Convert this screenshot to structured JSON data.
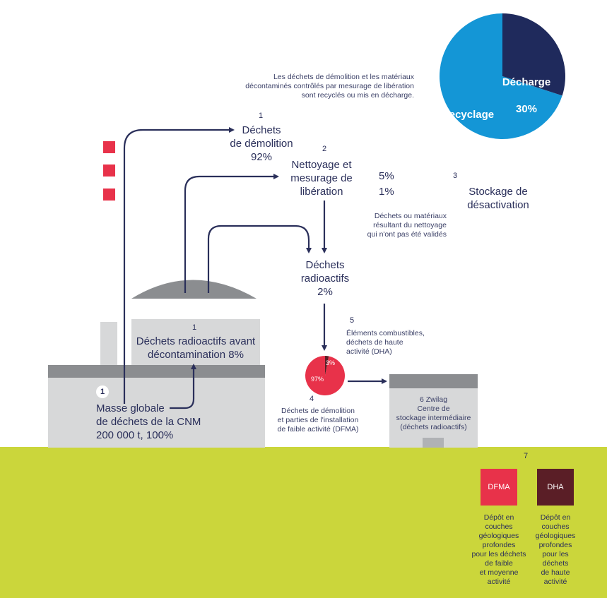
{
  "colors": {
    "ground": "#cbd63b",
    "navy": "#2a2f5a",
    "dark_navy": "#1f2a5c",
    "blue": "#1496d6",
    "red": "#e8324a",
    "maroon": "#5a1e26",
    "building": "#d7d8d9",
    "roof": "#8b8d90"
  },
  "pie_top": {
    "slices": [
      {
        "label": "Décharge",
        "value_label": "30%",
        "value": 30,
        "color": "#1f2a5c"
      },
      {
        "label": "Recyclage",
        "value_label": "70%",
        "value": 70,
        "color": "#1496d6"
      }
    ]
  },
  "pie_small": {
    "slices": [
      {
        "value_label": "97%",
        "value": 97,
        "color": "#e8324a"
      },
      {
        "value_label": "3%",
        "value": 3,
        "color": "#5a1e26"
      }
    ]
  },
  "texts": {
    "recycle_note": "Les déchets de démolition et les matériaux\ndécontaminés contrôlés par mesurage de libération\nsont recyclés ou mis en décharge.",
    "n1_top": "1",
    "demolition": "Déchets\nde démolition\n92%",
    "n2": "2",
    "nettoyage": "Nettoyage et\nmesurage de\nlibération",
    "pct5": "5%",
    "pct1": "1%",
    "n3": "3",
    "stockage": "Stockage de\ndésactivation",
    "residus_note": "Déchets ou matériaux\nrésultant du nettoyage\nqui n'ont pas été validés",
    "radioactifs": "Déchets\nradioactifs\n2%",
    "n5": "5",
    "combustibles": "Éléments combustibles,\ndéchets de haute\nactivité (DHA)",
    "n1_mid": "1",
    "avant_decont": "Déchets radioactifs avant\ndécontamination 8%",
    "circle1": "1",
    "masse": "Masse globale\nde déchets de la CNM\n200 000 t, 100%",
    "n4": "4",
    "dfma_note": "Déchets de démolition\net parties de l'installation\nde faible activité (DFMA)",
    "zwilag": "6  Zwilag\nCentre de\nstockage intermédiaire\n(déchets radioactifs)",
    "n7": "7",
    "box_dfma": "DFMA",
    "box_dha": "DHA",
    "dfma_desc": "Dépôt en\ncouches\ngéologiques\nprofondes\npour les déchets\nde faible\net moyenne\nactivité",
    "dha_desc": "Dépôt en\ncouches\ngéologiques\nprofondes\npour les\ndéchets\nde haute\nactivité"
  }
}
